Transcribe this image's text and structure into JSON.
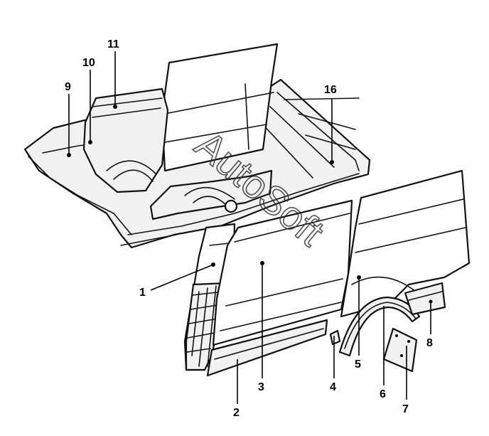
{
  "callouts": [
    {
      "id": "1",
      "label": "1"
    },
    {
      "id": "2",
      "label": "2"
    },
    {
      "id": "3",
      "label": "3"
    },
    {
      "id": "4",
      "label": "4"
    },
    {
      "id": "5",
      "label": "5"
    },
    {
      "id": "6",
      "label": "6"
    },
    {
      "id": "7",
      "label": "7"
    },
    {
      "id": "8",
      "label": "8"
    },
    {
      "id": "9",
      "label": "9"
    },
    {
      "id": "10",
      "label": "10"
    },
    {
      "id": "11",
      "label": "11"
    },
    {
      "id": "16",
      "label": "16"
    }
  ],
  "watermark": {
    "text": "AutoSoft"
  }
}
